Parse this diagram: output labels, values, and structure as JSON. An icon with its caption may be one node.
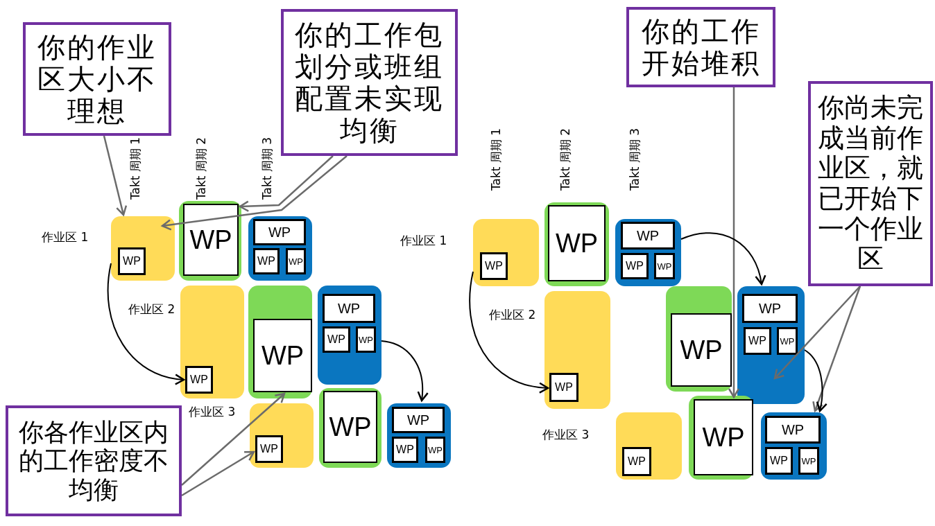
{
  "diagram": {
    "nodes": [
      {
        "text": [
          "你的作业区大小不理想"
        ]
      },
      {
        "text": [
          "你的工作包划分或班组配置未实现均衡"
        ]
      },
      {
        "text": [
          "你的工作开始堆积"
        ]
      },
      {
        "text": [
          "你各作业区内的工作密度不均衡"
        ]
      },
      {
        "text": [
          "你尚未完成当前作业区，就已开始下一个作业区"
        ]
      },
      {
        "text": [],
        "shape": "box"
      },
      {
        "text": [
          "WP"
        ],
        "in": 5
      },
      {
        "text": [],
        "shape": "box"
      },
      {
        "text": [
          "WP"
        ],
        "in": 7
      },
      {
        "text": [],
        "shape": "box"
      },
      {
        "text": [
          "WP"
        ],
        "in": 9
      },
      {
        "text": [
          "WP"
        ],
        "in": 9
      },
      {
        "text": [
          "WP"
        ],
        "in": 9
      },
      {
        "text": [],
        "shape": "box"
      },
      {
        "text": [
          "WP"
        ],
        "in": 13
      },
      {
        "text": [],
        "shape": "box"
      },
      {
        "text": [
          "WP"
        ],
        "in": 15
      },
      {
        "text": [],
        "shape": "box"
      },
      {
        "text": [
          "WP"
        ],
        "in": 17
      },
      {
        "text": [
          "WP"
        ],
        "in": 17
      },
      {
        "text": [
          "WP"
        ],
        "in": 17
      },
      {
        "text": [],
        "shape": "box"
      },
      {
        "text": [
          "WP"
        ],
        "in": 21
      },
      {
        "text": [],
        "shape": "box"
      },
      {
        "text": [
          "WP"
        ],
        "in": 23
      },
      {
        "text": [],
        "shape": "box"
      },
      {
        "text": [
          "WP"
        ],
        "in": 25
      },
      {
        "text": [
          "WP"
        ],
        "in": 25
      },
      {
        "text": [
          "WP"
        ],
        "in": 25
      },
      {
        "text": [],
        "shape": "box"
      },
      {
        "text": [
          "WP"
        ],
        "in": 29
      },
      {
        "text": [],
        "shape": "box"
      },
      {
        "text": [
          "WP"
        ],
        "in": 31
      },
      {
        "text": [],
        "shape": "box"
      },
      {
        "text": [
          "WP"
        ],
        "in": 33
      },
      {
        "text": [
          "WP"
        ],
        "in": 33
      },
      {
        "text": [
          "WP"
        ],
        "in": 33
      },
      {
        "text": [],
        "shape": "box"
      },
      {
        "text": [
          "WP"
        ],
        "in": 37
      },
      {
        "text": [],
        "shape": "box"
      },
      {
        "text": [
          "WP"
        ],
        "in": 39
      },
      {
        "text": [],
        "shape": "box"
      },
      {
        "text": [
          "WP"
        ],
        "in": 41
      },
      {
        "text": [
          "WP"
        ],
        "in": 41
      },
      {
        "text": [
          "WP"
        ],
        "in": 41
      },
      {
        "text": [],
        "shape": "box"
      },
      {
        "text": [
          "WP"
        ],
        "in": 45
      },
      {
        "text": [],
        "shape": "box"
      },
      {
        "text": [
          "WP"
        ],
        "in": 47
      },
      {
        "text": [],
        "shape": "box"
      },
      {
        "text": [
          "WP"
        ],
        "in": 49
      },
      {
        "text": [
          "WP"
        ],
        "in": 49
      },
      {
        "text": [
          "WP"
        ],
        "in": 49
      }
    ],
    "edges": [
      {
        "from": 0,
        "to": 5,
        "arrow": "to"
      },
      {
        "from": 1,
        "to": 8,
        "arrow": "to"
      },
      {
        "from": 1,
        "to": 5,
        "arrow": "to"
      },
      {
        "from": 2,
        "to": 48,
        "arrow": "to"
      },
      {
        "from": 3,
        "to": 16,
        "arrow": "to"
      },
      {
        "from": 3,
        "to": 22,
        "arrow": "to"
      },
      {
        "from": 4,
        "to": 41,
        "arrow": "to"
      },
      {
        "from": 4,
        "to": 49,
        "arrow": "to"
      },
      {
        "from": 5,
        "to": 14,
        "arrow": "to",
        "color": "#000000"
      },
      {
        "from": 17,
        "to": 25,
        "arrow": "to",
        "color": "#000000"
      },
      {
        "from": 29,
        "to": 38,
        "arrow": "to",
        "color": "#000000"
      },
      {
        "from": 33,
        "to": 41,
        "arrow": "to",
        "color": "#000000"
      },
      {
        "from": 41,
        "to": 49,
        "arrow": "to",
        "color": "#000000"
      }
    ],
    "labels": [
      "Takt 周期 1",
      "Takt 周期 2",
      "Takt 周期 3",
      "作业区 1",
      "作业区 2",
      "作业区 3",
      "Takt 周期 1",
      "Takt 周期 2",
      "Takt 周期 3",
      "作业区 1",
      "作业区 2",
      "作业区 3"
    ]
  }
}
